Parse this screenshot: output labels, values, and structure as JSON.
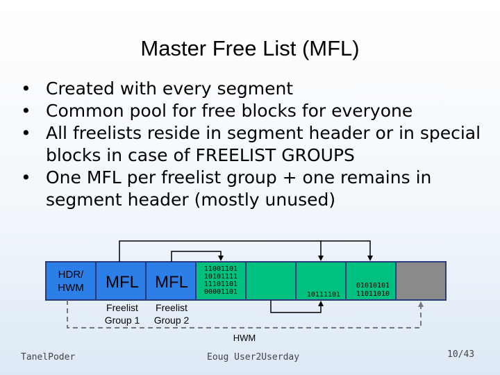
{
  "slide": {
    "title": "Master Free List (MFL)",
    "bullets": [
      "Created with every segment",
      "Common pool for free blocks for everyone",
      "All freelists reside in segment header or in special blocks in case of FREELIST GROUPS",
      "One MFL per freelist group + one remains in segment header (mostly unused)"
    ]
  },
  "diagram": {
    "hdr_label_1": "HDR/",
    "hdr_label_2": "HWM",
    "mfl_1": "MFL",
    "mfl_2": "MFL",
    "freelist_group_1_line1": "Freelist",
    "freelist_group_1_line2": "Group 1",
    "freelist_group_2_line1": "Freelist",
    "freelist_group_2_line2": "Group 2",
    "block_a_bits": [
      "11001101",
      "10101111",
      "11101101",
      "00001101"
    ],
    "block_b_bits": "10111101",
    "block_c_bits": [
      "01010101",
      "11011010"
    ],
    "hwm_label": "HWM",
    "colors": {
      "header_block": "#2b7fe6",
      "data_block": "#00c080",
      "unused_block": "#8a8a8a",
      "border": "#2a3a7a"
    }
  },
  "footer": {
    "author": "TanelPoder",
    "event": "Eoug User2Userday",
    "page": "10/43"
  }
}
